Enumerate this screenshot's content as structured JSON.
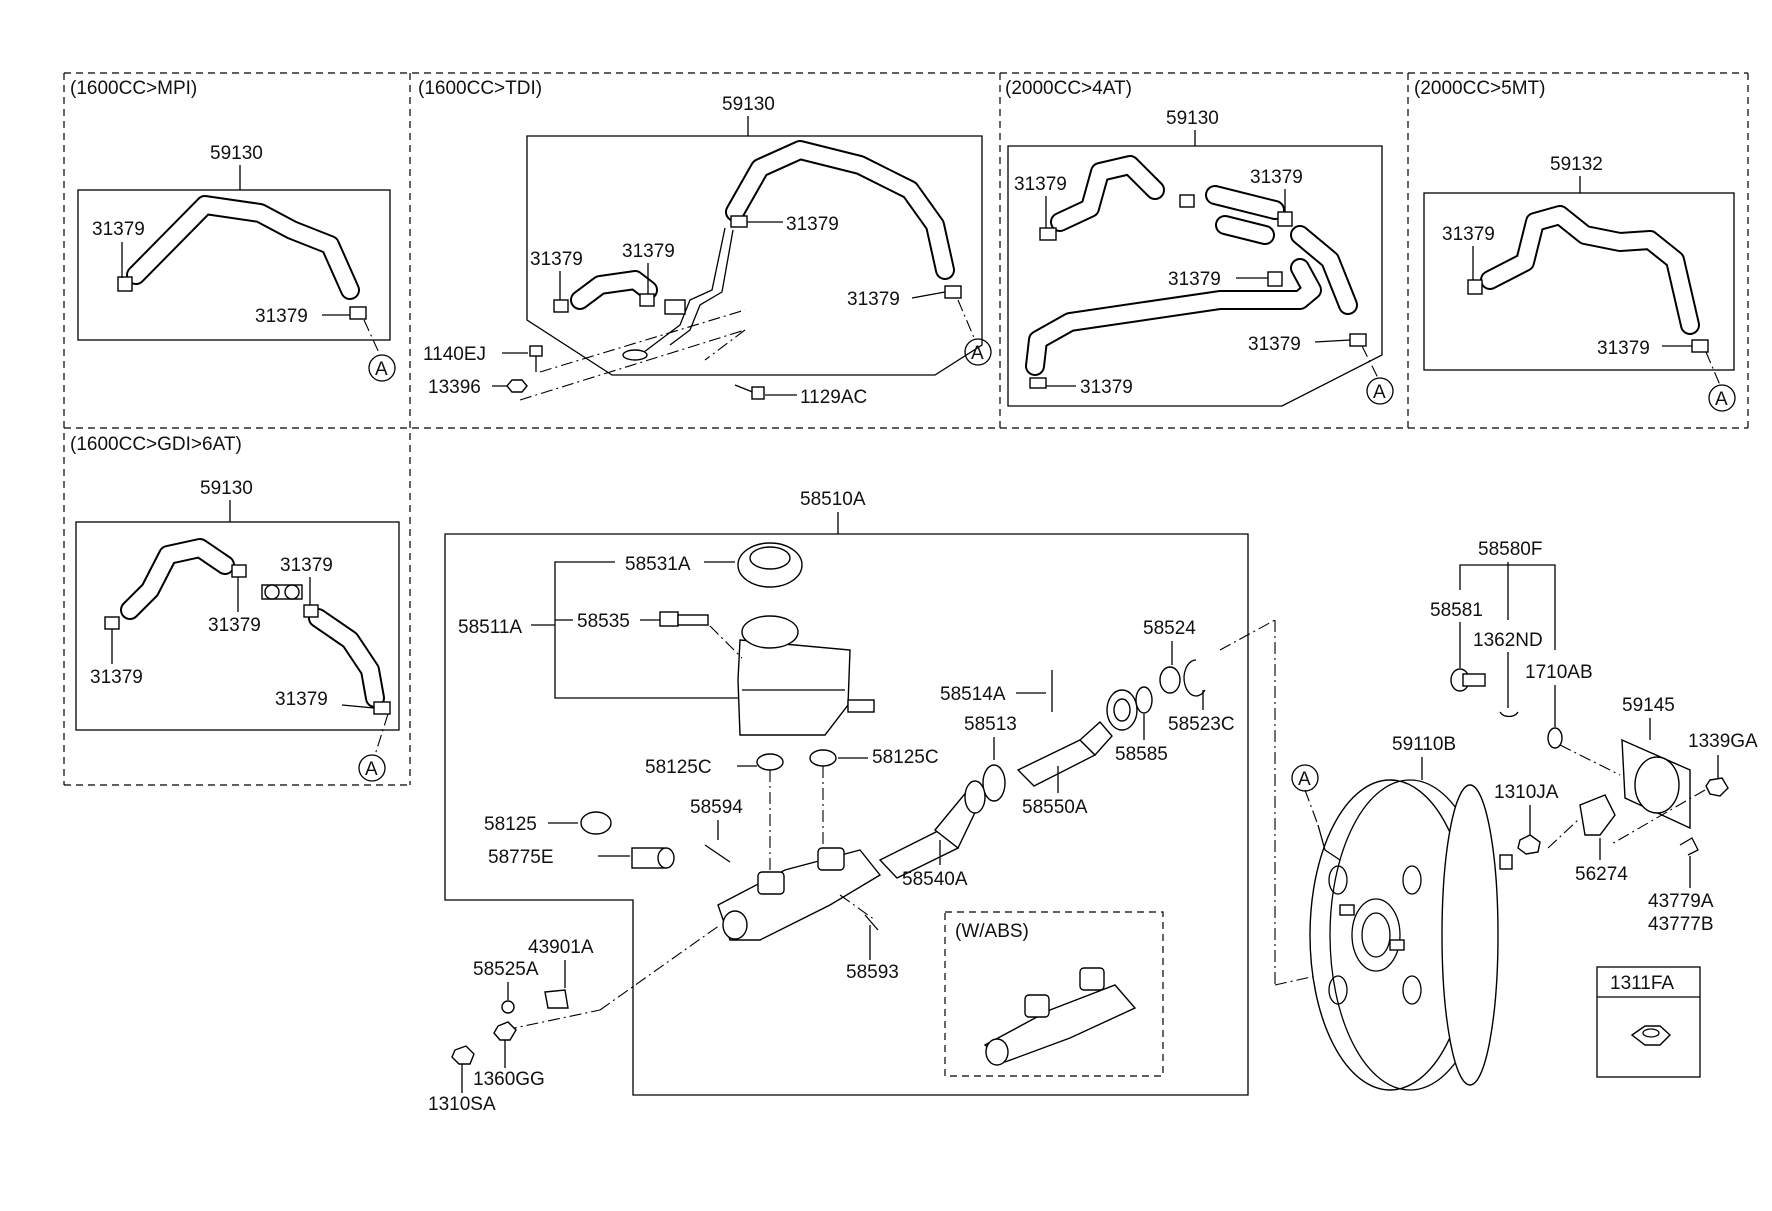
{
  "sections": {
    "mpi": {
      "title": "(1600CC>MPI)",
      "hose": "59130",
      "clamp_a": "31379",
      "clamp_b": "31379",
      "ref": "A"
    },
    "tdi": {
      "title": "(1600CC>TDI)",
      "hose": "59130",
      "clamp_a": "31379",
      "clamp_b": "31379",
      "clamp_c": "31379",
      "clamp_d": "31379",
      "bolt": "1140EJ",
      "nut": "13396",
      "screw": "1129AC",
      "ref": "A"
    },
    "at4": {
      "title": "(2000CC>4AT)",
      "hose": "59130",
      "clamp_a": "31379",
      "clamp_b": "31379",
      "clamp_c": "31379",
      "clamp_d": "31379",
      "clamp_e": "31379",
      "ref": "A"
    },
    "mt5": {
      "title": "(2000CC>5MT)",
      "hose": "59132",
      "clamp_a": "31379",
      "clamp_b": "31379",
      "ref": "A"
    },
    "gdi": {
      "title": "(1600CC>GDI>6AT)",
      "hose": "59130",
      "clamp_a": "31379",
      "clamp_b": "31379",
      "clamp_c": "31379",
      "clamp_d": "31379",
      "ref": "A"
    }
  },
  "master_cylinder": {
    "assembly": "58510A",
    "cap": "58531A",
    "reservoir": "58511A",
    "sensor": "58535",
    "grommet_left": "58125C",
    "grommet_right": "58125C",
    "plug": "58125",
    "fitting": "58775E",
    "pin": "58594",
    "bolt": "58593",
    "bracket": "43901A",
    "screw": "58525A",
    "nut_a": "1360GG",
    "nut_b": "1310SA",
    "stop_pin": "58514A",
    "o_ring": "58513",
    "primary_piston": "58540A",
    "secondary_piston": "58550A",
    "seal": "58585",
    "washer": "58524",
    "snap_ring": "58523C",
    "abs_title": "(W/ABS)"
  },
  "booster": {
    "assembly": "59110B",
    "ref": "A",
    "kit": "58580F",
    "clevis_pin": "58581",
    "snap_pin": "1362ND",
    "washer": "1710AB",
    "gasket": "59145",
    "nut_a": "1339GA",
    "nut_b": "1310JA",
    "spacer": "56274",
    "clip_a": "43779A",
    "clip_b": "43777B",
    "nut_box": "1311FA"
  },
  "icons": [
    "hose-icon",
    "clamp-icon",
    "reservoir-icon",
    "cylinder-icon",
    "booster-icon",
    "nut-icon"
  ]
}
